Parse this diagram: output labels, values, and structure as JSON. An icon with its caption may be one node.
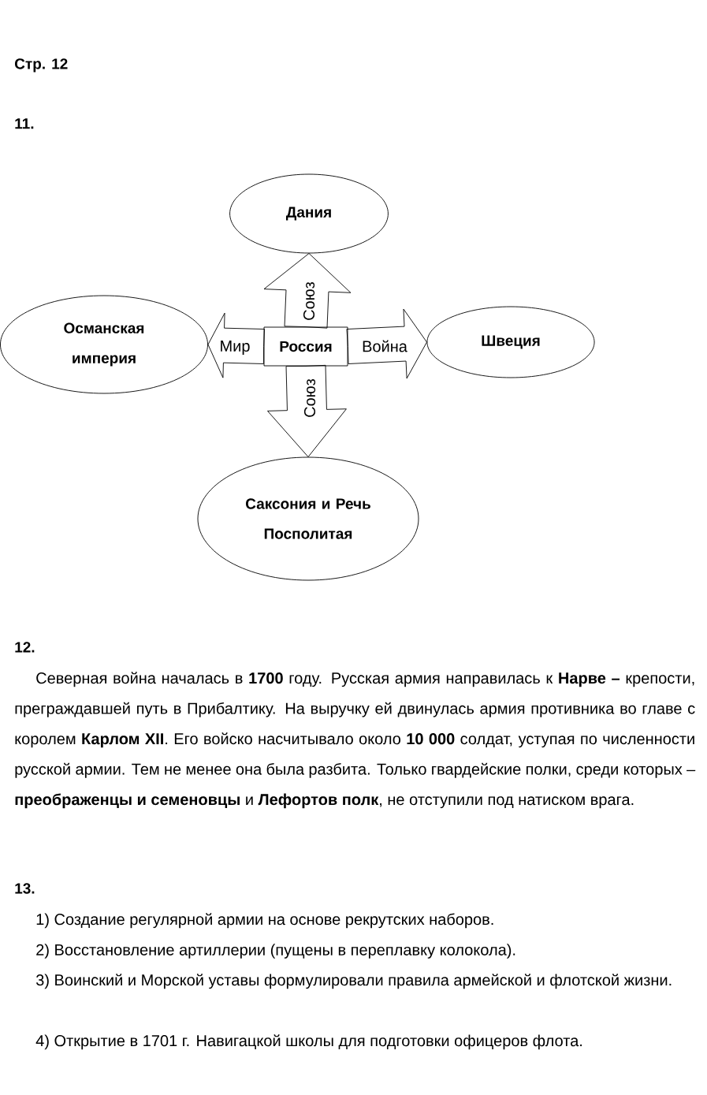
{
  "diagram": {
    "nodes": [
      {
        "text": [
          "Россия"
        ]
      },
      {
        "text": [
          "Дания"
        ]
      },
      {
        "text": [
          "Османская империя"
        ]
      },
      {
        "text": [
          "Швеция"
        ]
      },
      {
        "text": [
          "Саксония и Речь Посполитая"
        ]
      }
    ],
    "edges": [
      {
        "from": 0,
        "to": 1,
        "arrow": "to",
        "label": "Союз"
      },
      {
        "from": 0,
        "to": 2,
        "arrow": "to",
        "label": "Мир"
      },
      {
        "from": 0,
        "to": 3,
        "arrow": "to",
        "label": "Война"
      },
      {
        "from": 0,
        "to": 4,
        "arrow": "to",
        "label": "Союз"
      }
    ],
    "labels": [
      "Стр. 12",
      "11.",
      "12.",
      "Северная война началась в **1700** году. Русская армия направилась к **Нарве –** крепости, преграждавшей путь в Прибалтику. На выручку ей двинулась армия противника во главе с королем **Карлом XII**. Его войско насчитывало около **10 000** солдат, уступая по численности русской армии. Тем не менее она была разбита. Только гвардейские полки, среди которых – **преображенцы и семеновцы** и **Лефортов полк**, не отступили под натиском врага.",
      "13.",
      "1) Создание регулярной армии на основе рекрутских наборов.",
      "2) Восстановление артиллерии (пущены в переплавку колокола).",
      "3) Воинский и Морской уставы формулировали правила армейской и флотской жизни.",
      "4) Открытие в 1701 г. Навигацкой школы для подготовки офицеров флота."
    ]
  }
}
